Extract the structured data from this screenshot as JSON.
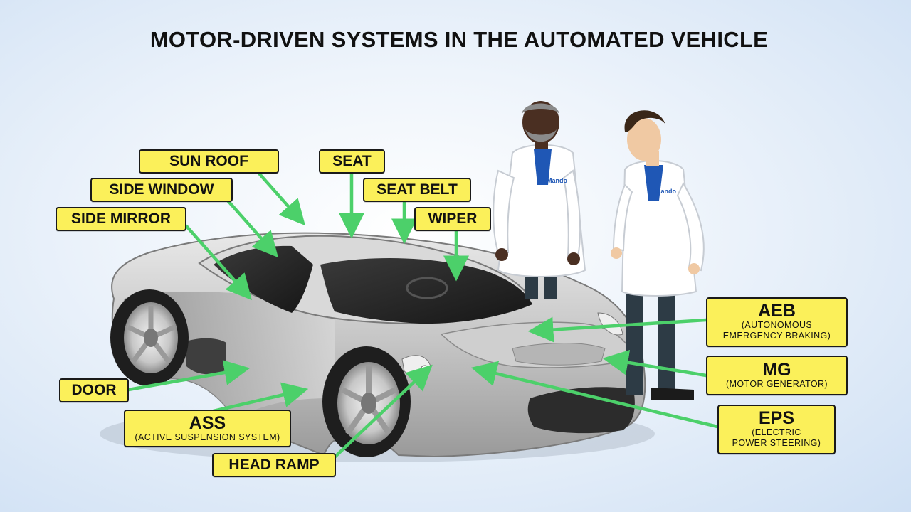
{
  "title": "MOTOR-DRIVEN SYSTEMS IN THE AUTOMATED VEHICLE",
  "labels": {
    "sun_roof": "SUN ROOF",
    "seat": "SEAT",
    "side_window": "SIDE WINDOW",
    "seat_belt": "SEAT BELT",
    "side_mirror": "SIDE MIRROR",
    "wiper": "WIPER",
    "door": "DOOR",
    "ass": {
      "name": "ASS",
      "desc": "(ACTIVE SUSPENSION SYSTEM)"
    },
    "head_ramp": "HEAD RAMP",
    "aeb": {
      "name": "AEB",
      "desc_1": "(AUTONOMOUS",
      "desc_2": "EMERGENCY BRAKING)"
    },
    "mg": {
      "name": "MG",
      "desc": "(MOTOR GENERATOR)"
    },
    "eps": {
      "name": "EPS",
      "desc_1": "(ELECTRIC",
      "desc_2": "POWER STEERING)"
    }
  },
  "coat_logo": "Mando",
  "colors": {
    "label_fill": "#fbf05a",
    "arrow": "#4cd06a",
    "car_body": "#c9c9c9",
    "coat": "#ffffff",
    "shirt": "#1f57b5"
  }
}
